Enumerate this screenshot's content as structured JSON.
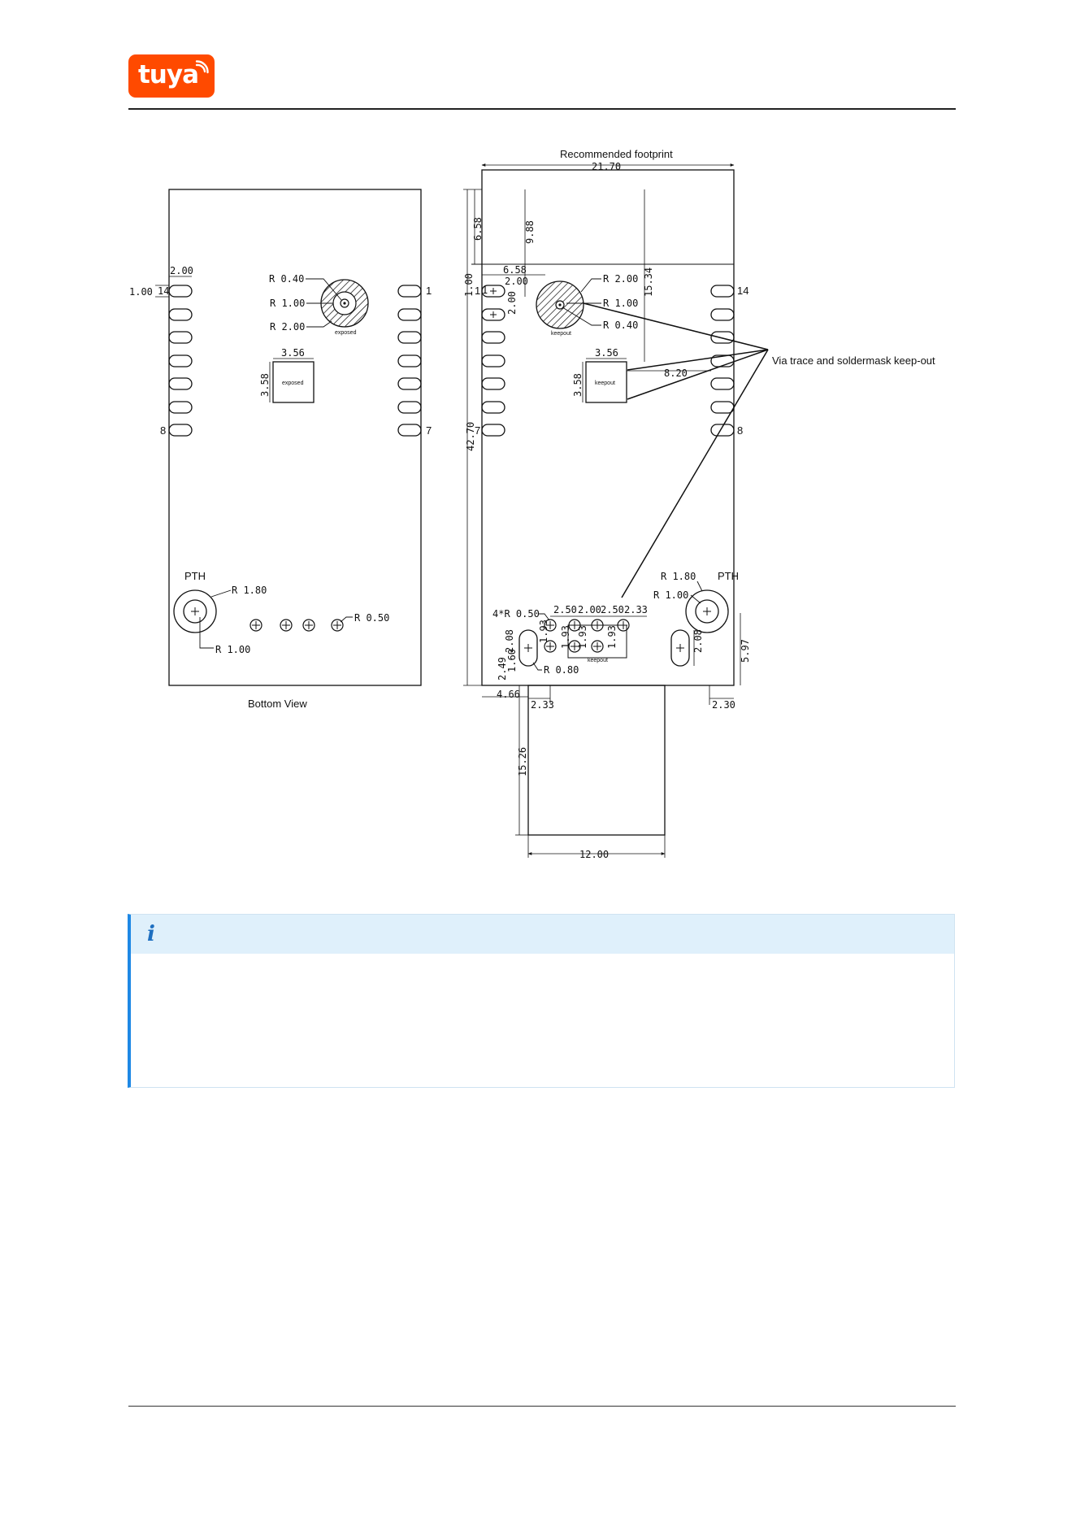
{
  "header": {
    "logo_text": "tuya",
    "accent": "#ff4a00"
  },
  "figure": {
    "title": "Recommended footprint",
    "bottom_view_label": "Bottom View",
    "callout": "Via trace and soldermask keep-out",
    "exposed": "exposed",
    "keepout": "keepout",
    "pth": "PTH",
    "pins": {
      "left_top": "14",
      "left_bottom": "8",
      "mid_top": "1",
      "mid_bottom": "7",
      "right_top": "14",
      "right_bottom": "8",
      "fp_left_top": "1",
      "fp_left_bottom": "7"
    },
    "dims": {
      "width_total": "21.70",
      "height_total": "42.70",
      "d658a": "6.58",
      "d658b": "6.58",
      "d988": "9.88",
      "d1534": "15.34",
      "d100v": "1.00",
      "d1": "1",
      "d200a": "2.00",
      "d200b": "2.00",
      "pad_w": "2.00",
      "pad_h": "1.00",
      "pad_14": "14",
      "r040": "R 0.40",
      "r100": "R 1.00",
      "r200": "R 2.00",
      "fp_r200": "R 2.00",
      "fp_r100": "R 1.00",
      "fp_r040": "R 0.40",
      "sq356": "3.56",
      "sq358": "3.58",
      "fp_sq356": "3.56",
      "fp_sq358": "3.58",
      "d820": "8.20",
      "pth_r180": "R 1.80",
      "pth_r100": "R 1.00",
      "hole_r050": "R 0.50",
      "fp_r180": "R 1.80",
      "fp_r100b": "R 1.00",
      "r4x050": "4*R 0.50",
      "s250a": "2.50",
      "s200": "2.00",
      "s250b": "2.50",
      "s233": "2.33",
      "v193a": "1.93",
      "v193b": "1.93",
      "v193c": "1.93",
      "v193d": "1.93",
      "v208a": "2.08",
      "v208b": "2.08",
      "v249": "2.49",
      "v160": "1.60",
      "r080": "R 0.80",
      "v597": "5.97",
      "h466": "4.66",
      "h233": "2.33",
      "h230": "2.30",
      "v1526": "15.26",
      "h1200": "12.00"
    }
  },
  "note": {
    "icon": "info-icon",
    "icon_glyph": "i",
    "accent": "#1e88e5",
    "header_bg": "#dff0fb",
    "text": ""
  }
}
